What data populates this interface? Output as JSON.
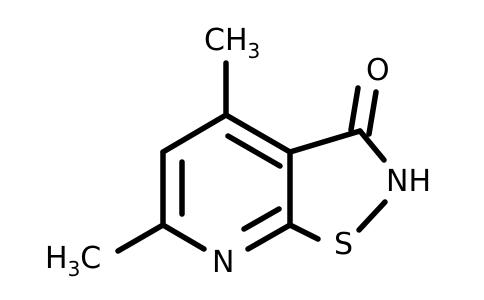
{
  "labels": {
    "methyl_top": {
      "main": "CH",
      "sub": "3"
    },
    "methyl_left": {
      "main": "H",
      "sub": "3",
      "tail": "C"
    },
    "oxygen": "O",
    "nitrogen_ring": "N",
    "nh": "NH",
    "sulfur": "S"
  },
  "colors": {
    "bond": "#000000",
    "text": "#000000"
  }
}
